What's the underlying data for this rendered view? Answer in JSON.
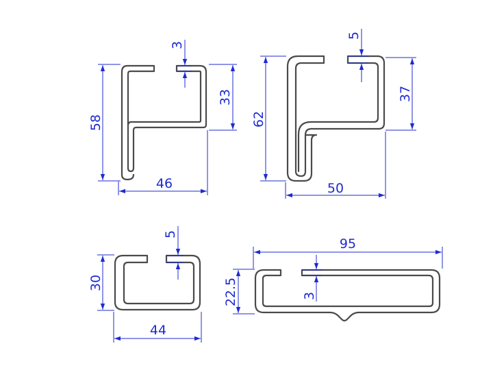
{
  "colors": {
    "dimension": "#1f2bd0",
    "profile_stroke": "#4a4a4a",
    "background": "#ffffff"
  },
  "profiles": [
    {
      "id": "profile-1",
      "dims": {
        "gap": "3",
        "height": "58",
        "lip": "33",
        "width": "46"
      }
    },
    {
      "id": "profile-2",
      "dims": {
        "gap": "5",
        "height": "62",
        "lip": "37",
        "width": "50"
      }
    },
    {
      "id": "profile-3",
      "dims": {
        "gap": "5",
        "height": "30",
        "width": "44"
      }
    },
    {
      "id": "profile-4",
      "dims": {
        "width": "95",
        "height": "22.5",
        "gap": "3"
      }
    }
  ]
}
